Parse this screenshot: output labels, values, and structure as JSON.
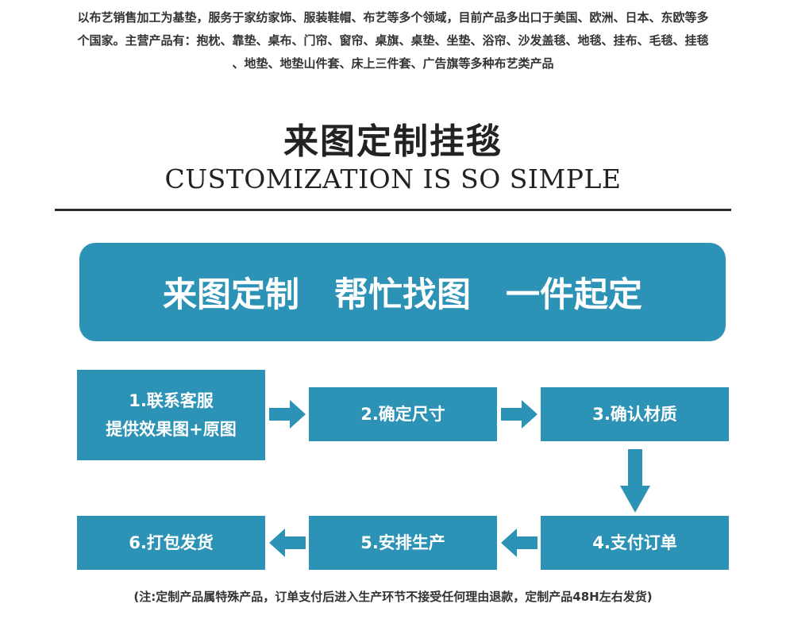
{
  "intro": {
    "lines": [
      "以布艺销售加工为基垫，服务于家纺家饰、服装鞋帽、布艺等多个领域，目前产品多出口于美国、欧洲、日本、东欧等多",
      "个国家。主营产品有：抱枕、靠垫、桌布、门帘、窗帘、桌旗、桌垫、坐垫、浴帘、沙发盖毯、地毯、挂布、毛毯、挂毯",
      "、地垫、地垫山件套、床上三件套、广告旗等多种布艺类产品"
    ]
  },
  "title": "来图定制挂毯",
  "subtitle": "CUSTOMIZATION IS SO SIMPLE",
  "banner": {
    "items": [
      "来图定制",
      "帮忙找图",
      "一件起定"
    ]
  },
  "steps": {
    "s1": {
      "line1": "1.联系客服",
      "line2": "提供效果图+原图"
    },
    "s2": {
      "label": "2.确定尺寸"
    },
    "s3": {
      "label": "3.确认材质"
    },
    "s4": {
      "label": "4.支付订单"
    },
    "s5": {
      "label": "5.安排生产"
    },
    "s6": {
      "label": "6.打包发货"
    }
  },
  "icons": {
    "arrow": "arrow-icon"
  },
  "colors": {
    "accent": "#2d93b6",
    "text": "#333333",
    "rule": "#2b2b2b"
  },
  "note": "(注:定制产品属特殊产品，订单支付后进入生产环节不接受任何理由退款，定制产品48H左右发货)"
}
